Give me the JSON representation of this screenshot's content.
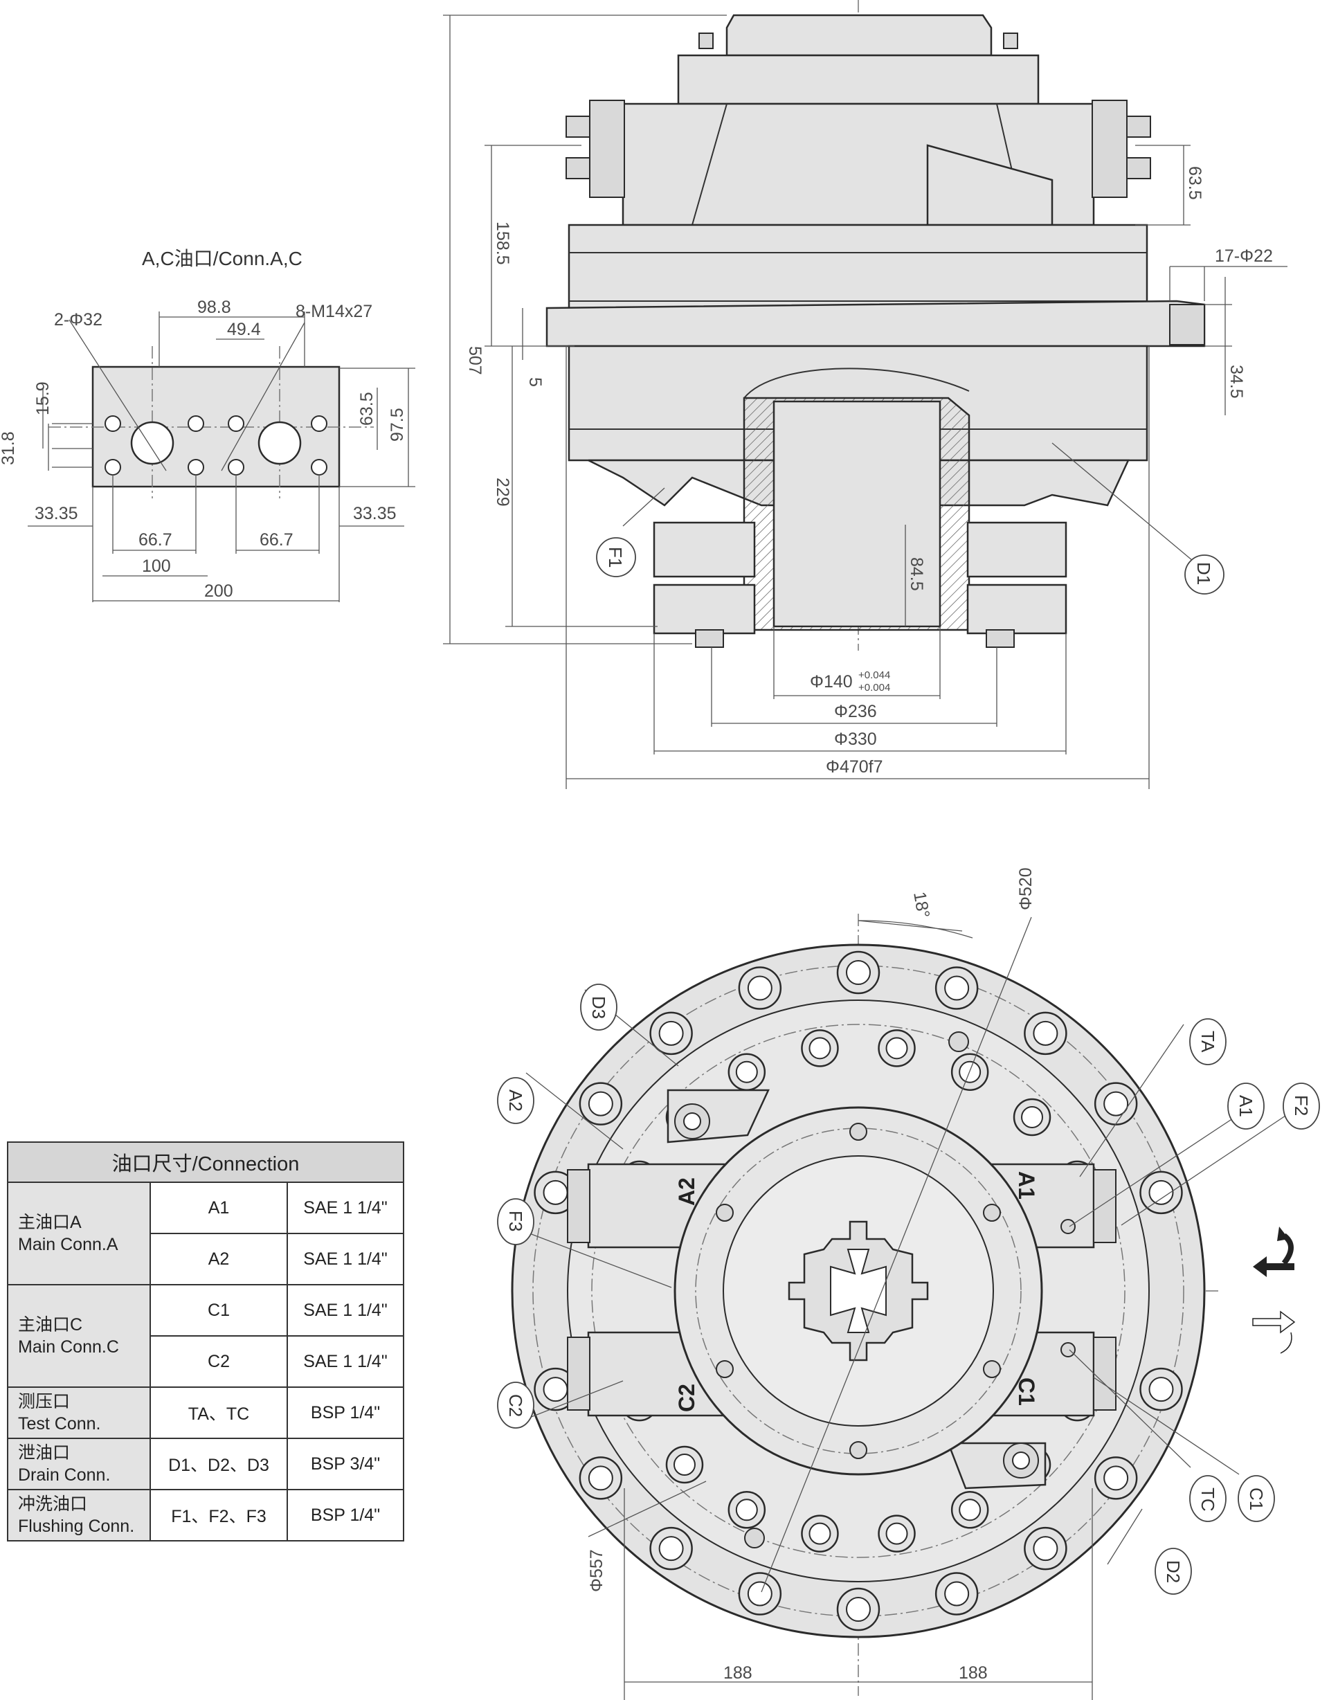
{
  "conn_detail": {
    "title": "A,C油口/Conn.A,C",
    "labels": {
      "holes": "2-Φ32",
      "threads": "8-M14x27",
      "w_98_8": "98.8",
      "w_49_4": "49.4",
      "h_15_9": "15.9",
      "h_31_8": "31.8",
      "h_63_5": "63.5",
      "h_97_5": "97.5",
      "w_33_35_l": "33.35",
      "w_33_35_r": "33.35",
      "w_66_7_l": "66.7",
      "w_66_7_r": "66.7",
      "w_100": "100",
      "w_200": "200"
    }
  },
  "side_view": {
    "labels": {
      "h_507": "507",
      "h_158_5": "158.5",
      "h_229": "229",
      "h_5": "5",
      "h_63_5": "63.5",
      "h_34_5": "34.5",
      "h_84_5": "84.5",
      "holes_17": "17-Φ22",
      "d_140": "Φ140",
      "d_140_tol_up": "+0.044",
      "d_140_tol_dn": "+0.004",
      "d_236": "Φ236",
      "d_330": "Φ330",
      "d_470": "Φ470f7"
    },
    "ports": {
      "f1": "F1",
      "d1": "D1"
    }
  },
  "front_view": {
    "labels": {
      "angle": "18°",
      "d_520": "Φ520",
      "d_557": "Φ557",
      "w_188_l": "188",
      "w_188_r": "188"
    },
    "ports": {
      "d3": "D3",
      "a2": "A2",
      "f3": "F3",
      "c2": "C2",
      "ta": "TA",
      "a1": "A1",
      "f2": "F2",
      "tc": "TC",
      "c1": "C1",
      "d2": "D2"
    },
    "block_labels": {
      "a2": "A2",
      "a1": "A1",
      "c2": "C2",
      "c1": "C1"
    }
  },
  "connection_table": {
    "header": "油口尺寸/Connection",
    "groups": [
      {
        "name_cn": "主油口A",
        "name_en": "Main Conn.A",
        "rows": [
          {
            "port": "A1",
            "size": "SAE 1 1/4\""
          },
          {
            "port": "A2",
            "size": "SAE 1 1/4\""
          }
        ]
      },
      {
        "name_cn": "主油口C",
        "name_en": "Main Conn.C",
        "rows": [
          {
            "port": "C1",
            "size": "SAE 1 1/4\""
          },
          {
            "port": "C2",
            "size": "SAE 1 1/4\""
          }
        ]
      },
      {
        "name_cn": "测压口",
        "name_en": "Test Conn.",
        "rows": [
          {
            "port": "TA、TC",
            "size": "BSP 1/4\""
          }
        ]
      },
      {
        "name_cn": "泄油口",
        "name_en": "Drain Conn.",
        "rows": [
          {
            "port": "D1、D2、D3",
            "size": "BSP 3/4\""
          }
        ]
      },
      {
        "name_cn": "冲洗油口",
        "name_en": "Flushing Conn.",
        "rows": [
          {
            "port": "F1、F2、F3",
            "size": "BSP 1/4\""
          }
        ]
      }
    ]
  }
}
